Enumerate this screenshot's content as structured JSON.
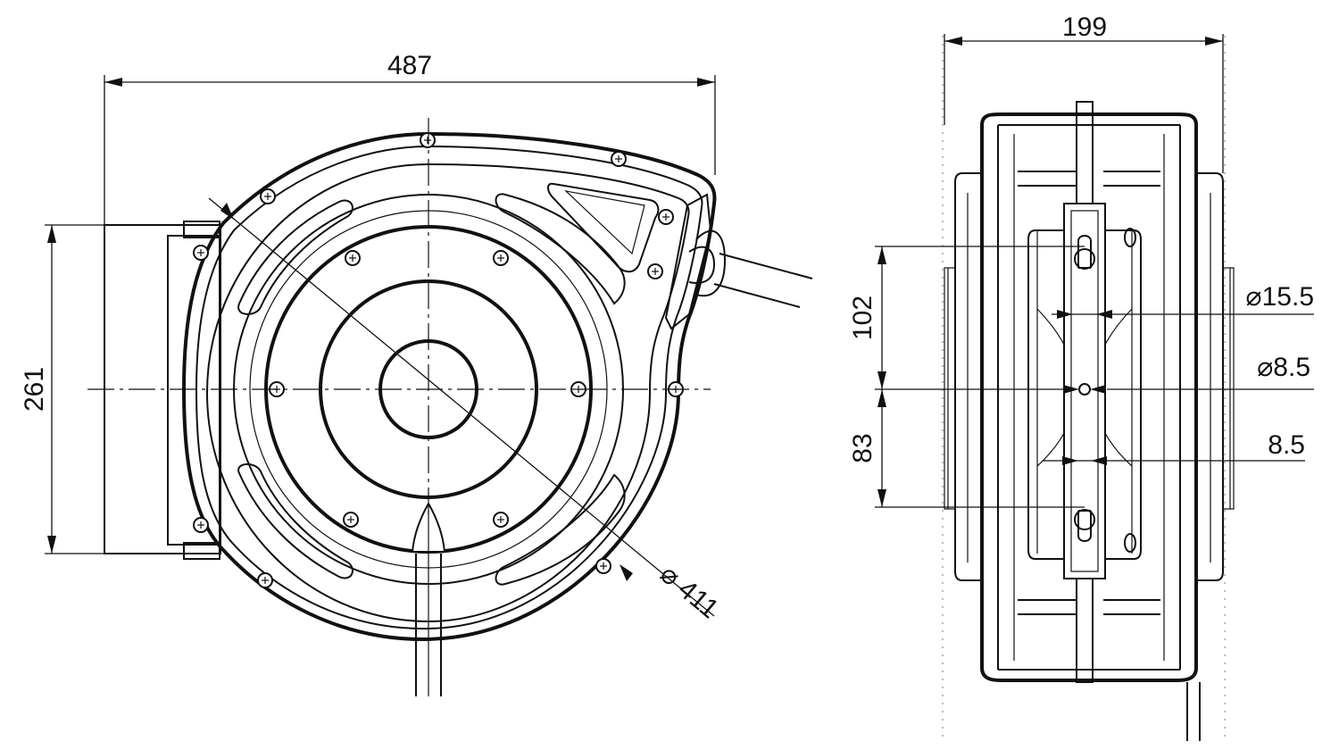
{
  "dimensions": {
    "width_front": "487",
    "height_bracket": "261",
    "diameter_drum": "⌀ 411",
    "width_side": "199",
    "offset_upper": "102",
    "offset_lower": "83",
    "hole_large": "⌀15.5",
    "hole_small": "⌀8.5",
    "slot_width": "8.5"
  }
}
